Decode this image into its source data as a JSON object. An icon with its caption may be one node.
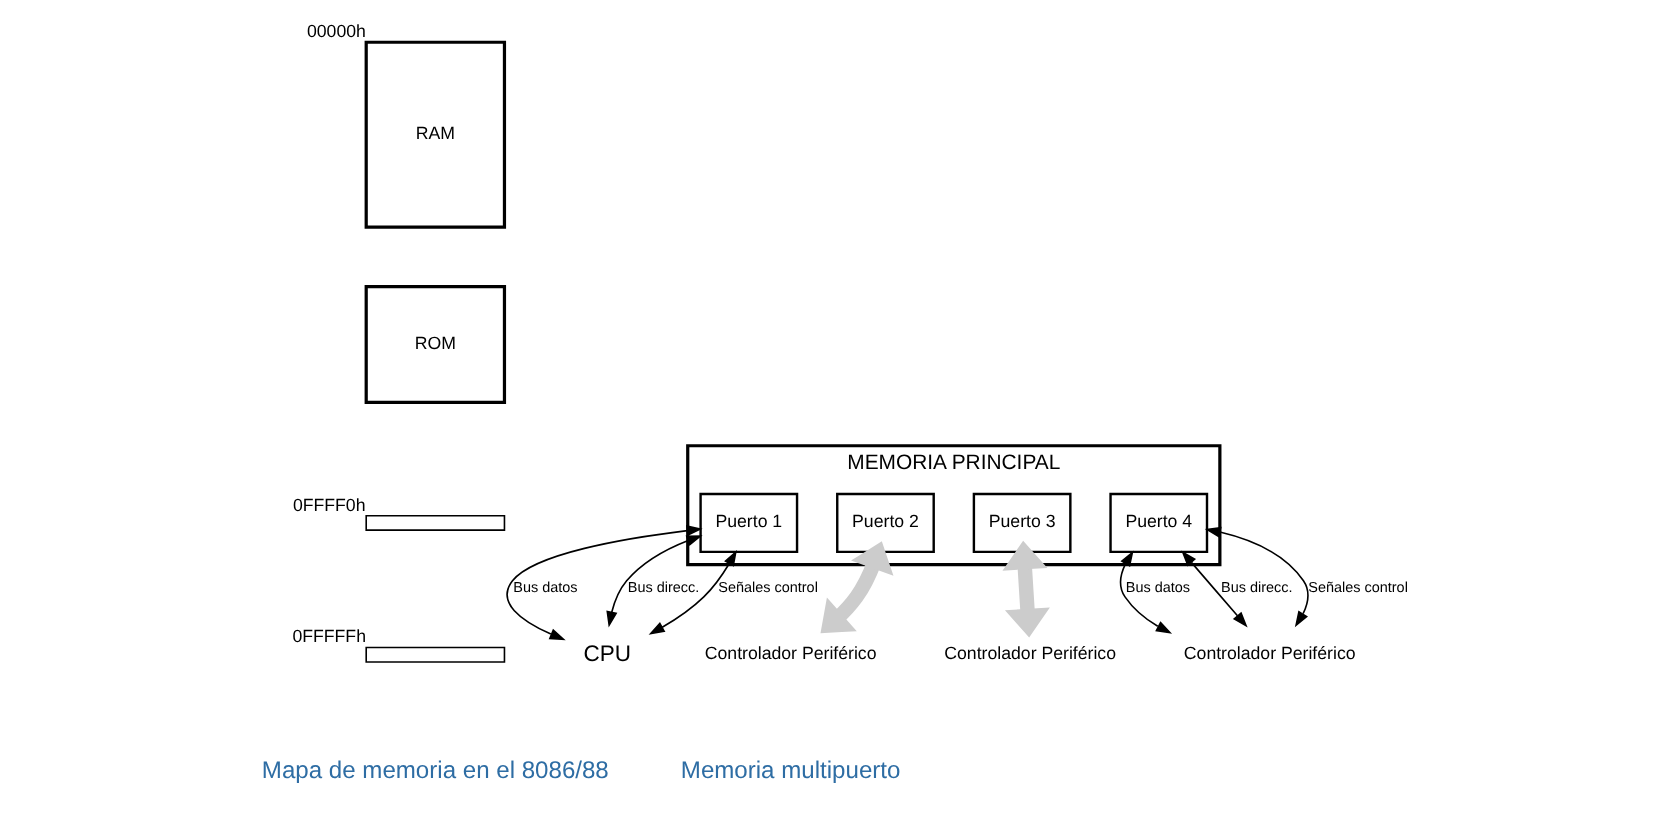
{
  "diagram": {
    "nodes": [
      {
        "text": [
          "RAM"
        ],
        "beside": [
          "00000h"
        ]
      },
      {
        "text": [
          "ROM"
        ]
      },
      {
        "text": [],
        "shape": "box",
        "beside": [
          "0FFFF0h"
        ]
      },
      {
        "text": [],
        "shape": "box",
        "beside": [
          "0FFFFFh"
        ]
      },
      {
        "text": [
          "MEMORIA PRINCIPAL"
        ]
      },
      {
        "text": [
          "Puerto 1"
        ],
        "in": 4
      },
      {
        "text": [
          "Puerto 2"
        ],
        "in": 4
      },
      {
        "text": [
          "Puerto 3"
        ],
        "in": 4
      },
      {
        "text": [
          "Puerto 4"
        ],
        "in": 4
      },
      {
        "text": [
          "CPU"
        ]
      },
      {
        "text": [
          "Controlador Periférico"
        ]
      },
      {
        "text": [
          "Controlador Periférico"
        ]
      },
      {
        "text": [
          "Controlador Periférico"
        ]
      }
    ],
    "edges": [
      {
        "from": 5,
        "to": 9,
        "arrow": "both",
        "label": "Bus datos"
      },
      {
        "from": 5,
        "to": 9,
        "arrow": "both",
        "label": "Bus direcc."
      },
      {
        "from": 5,
        "to": 9,
        "arrow": "both",
        "label": "Señales control"
      },
      {
        "from": 8,
        "to": 10,
        "arrow": "both",
        "label": "Bus datos"
      },
      {
        "from": 8,
        "to": 10,
        "arrow": "both",
        "label": "Bus direcc."
      },
      {
        "from": 8,
        "to": 10,
        "arrow": "both",
        "label": "Señales control"
      },
      {
        "from": 7,
        "to": 11,
        "arrow": "both",
        "style": "thick",
        "color": "#cccccc"
      },
      {
        "from": 6,
        "to": 12,
        "arrow": "both",
        "style": "thick",
        "color": "#cccccc"
      }
    ],
    "labels": [
      "Mapa de memoria en el 8086/88",
      "Memoria multipuerto"
    ]
  }
}
